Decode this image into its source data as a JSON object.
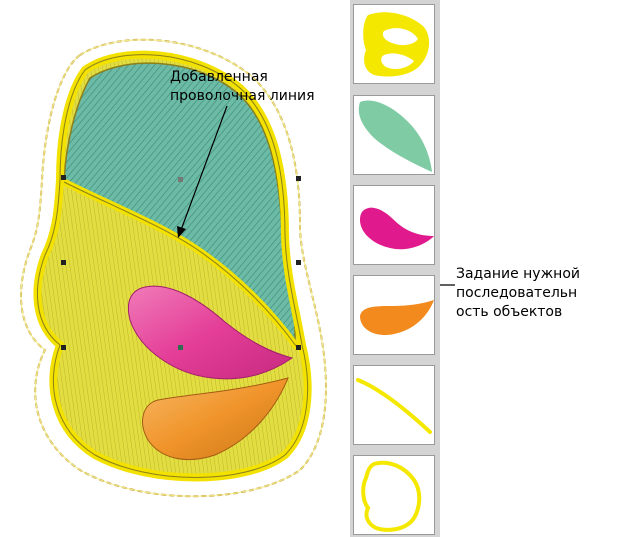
{
  "callouts": {
    "wire_line": [
      "Добавленная",
      "проволочная линия"
    ],
    "sequence": [
      "Задание нужной",
      "последовательн",
      "ость объектов"
    ]
  },
  "object_list": {
    "items": [
      {
        "icon": "wing-outline-fill-icon",
        "color": "#f5e800"
      },
      {
        "icon": "green-leaf-shape-icon",
        "color": "#7ecba4"
      },
      {
        "icon": "pink-teardrop-shape-icon",
        "color": "#e01a8c"
      },
      {
        "icon": "orange-teardrop-shape-icon",
        "color": "#f28a1e"
      },
      {
        "icon": "yellow-wire-line-icon",
        "color": "#f5e800"
      },
      {
        "icon": "yellow-outline-run-icon",
        "color": "#f5e800"
      }
    ]
  },
  "colors": {
    "outline_yellow": "#f3e100",
    "fill_yellow": "#dfdb3c",
    "green": "#5fae9a",
    "pink": "#e43e98",
    "orange": "#f0942a",
    "border_dark": "#8a7f1a"
  }
}
